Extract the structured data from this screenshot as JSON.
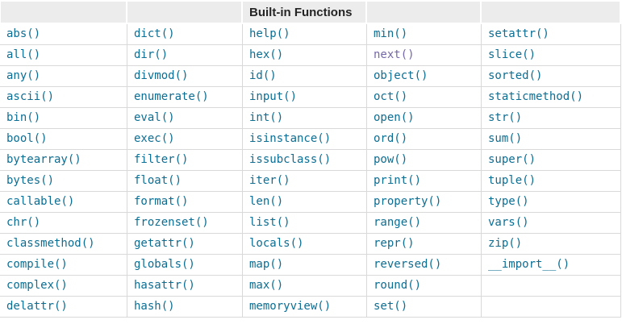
{
  "table": {
    "title": "Built-in Functions",
    "header": [
      "",
      "",
      "Built-in Functions",
      "",
      ""
    ],
    "rows": [
      [
        "abs()",
        "dict()",
        "help()",
        "min()",
        "setattr()"
      ],
      [
        "all()",
        "dir()",
        "hex()",
        "next()",
        "slice()"
      ],
      [
        "any()",
        "divmod()",
        "id()",
        "object()",
        "sorted()"
      ],
      [
        "ascii()",
        "enumerate()",
        "input()",
        "oct()",
        "staticmethod()"
      ],
      [
        "bin()",
        "eval()",
        "int()",
        "open()",
        "str()"
      ],
      [
        "bool()",
        "exec()",
        "isinstance()",
        "ord()",
        "sum()"
      ],
      [
        "bytearray()",
        "filter()",
        "issubclass()",
        "pow()",
        "super()"
      ],
      [
        "bytes()",
        "float()",
        "iter()",
        "print()",
        "tuple()"
      ],
      [
        "callable()",
        "format()",
        "len()",
        "property()",
        "type()"
      ],
      [
        "chr()",
        "frozenset()",
        "list()",
        "range()",
        "vars()"
      ],
      [
        "classmethod()",
        "getattr()",
        "locals()",
        "repr()",
        "zip()"
      ],
      [
        "compile()",
        "globals()",
        "map()",
        "reversed()",
        "__import__()"
      ],
      [
        "complex()",
        "hasattr()",
        "max()",
        "round()",
        ""
      ],
      [
        "delattr()",
        "hash()",
        "memoryview()",
        "set()",
        ""
      ]
    ],
    "visited": [
      "next()"
    ],
    "colors": {
      "link": "#0c6e93",
      "visited_link": "#7568a8",
      "header_bg": "#ececec",
      "border": "#d9d9d9",
      "header_text": "#252525"
    }
  }
}
